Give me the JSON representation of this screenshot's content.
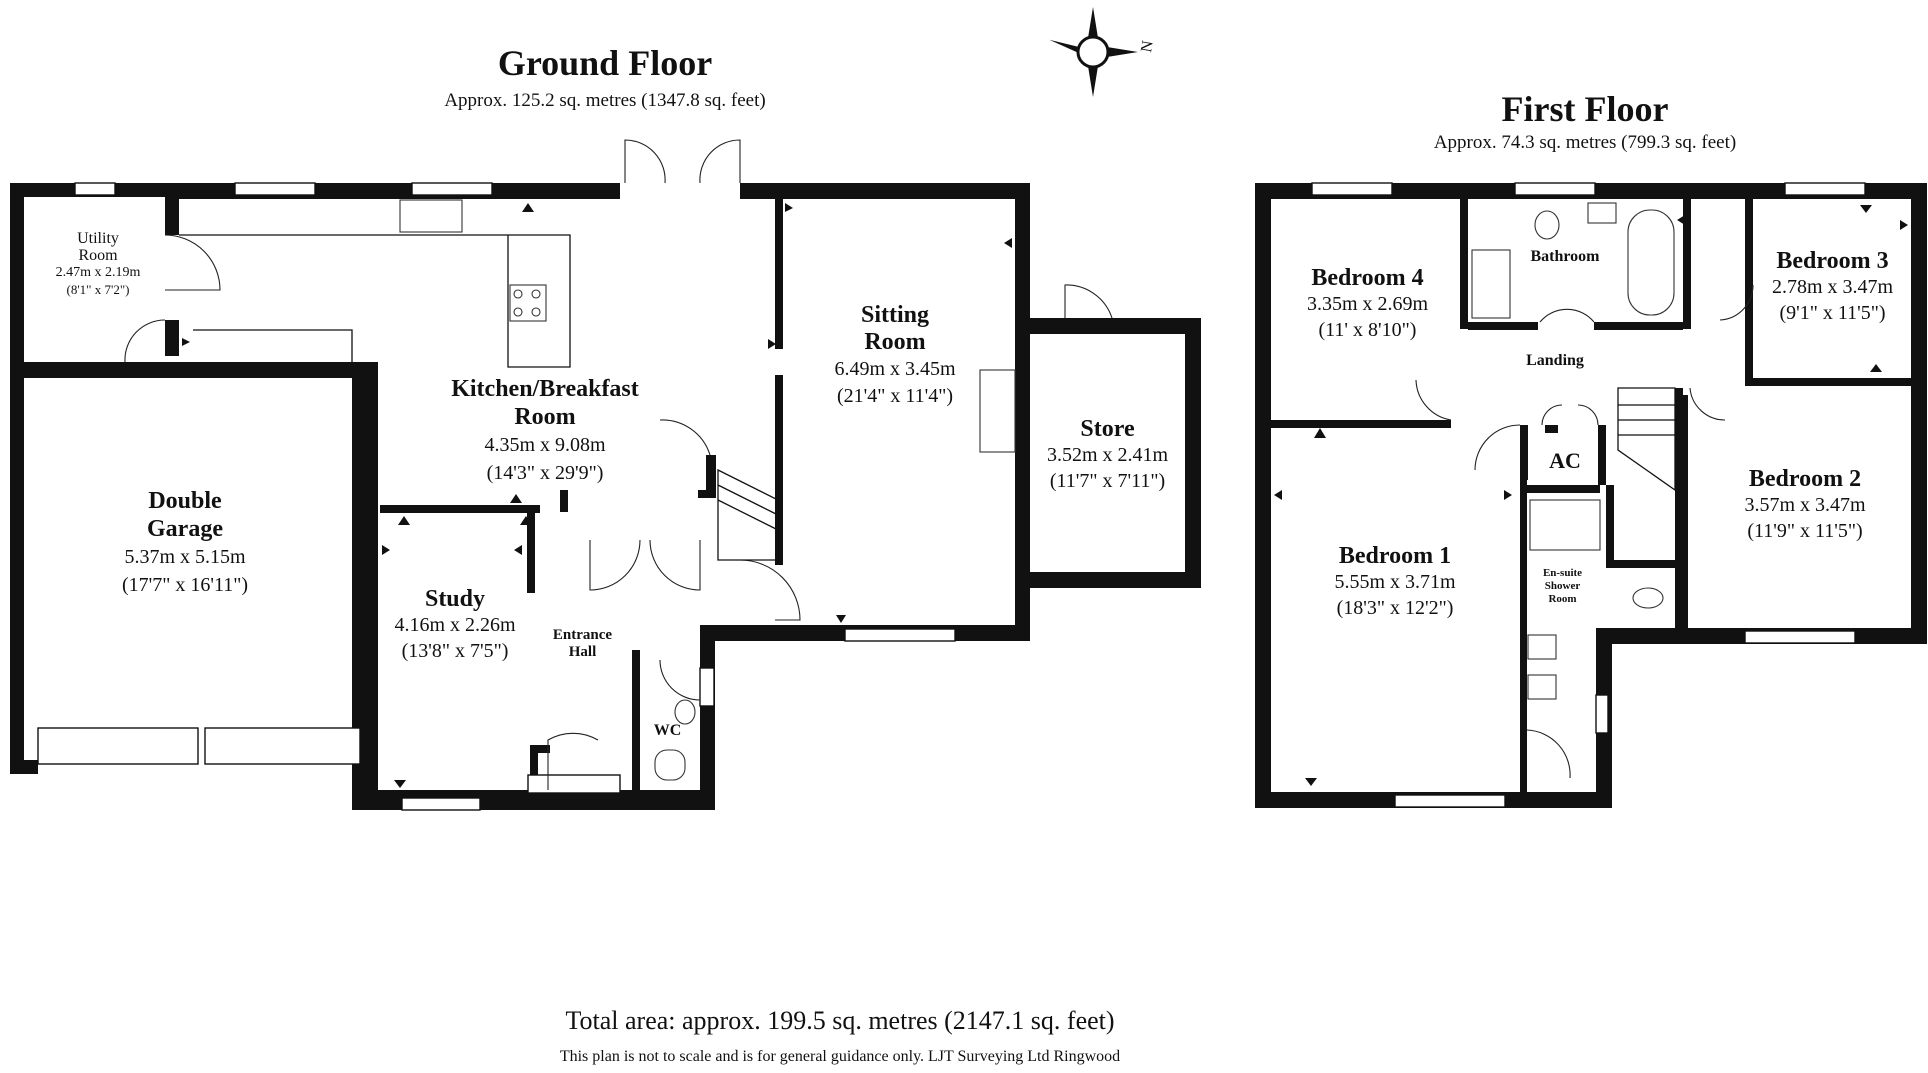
{
  "ground_floor": {
    "title": "Ground Floor",
    "area": "Approx. 125.2 sq. metres (1347.8 sq. feet)",
    "rooms": {
      "utility": {
        "name1": "Utility",
        "name2": "Room",
        "dim1": "2.47m x 2.19m",
        "dim2": "(8'1\" x 7'2\")"
      },
      "garage": {
        "name1": "Double",
        "name2": "Garage",
        "dim1": "5.37m x 5.15m",
        "dim2": "(17'7\" x 16'11\")"
      },
      "kitchen": {
        "name1": "Kitchen/Breakfast",
        "name2": "Room",
        "dim1": "4.35m x 9.08m",
        "dim2": "(14'3\" x 29'9\")"
      },
      "sitting": {
        "name1": "Sitting",
        "name2": "Room",
        "dim1": "6.49m x 3.45m",
        "dim2": "(21'4\" x 11'4\")"
      },
      "store": {
        "name1": "Store",
        "dim1": "3.52m x 2.41m",
        "dim2": "(11'7\" x 7'11\")"
      },
      "study": {
        "name1": "Study",
        "dim1": "4.16m x 2.26m",
        "dim2": "(13'8\" x 7'5\")"
      },
      "hall": {
        "name1": "Entrance",
        "name2": "Hall"
      },
      "wc": {
        "name1": "WC"
      }
    }
  },
  "first_floor": {
    "title": "First Floor",
    "area": "Approx. 74.3 sq. metres (799.3 sq. feet)",
    "rooms": {
      "bed4": {
        "name1": "Bedroom 4",
        "dim1": "3.35m x 2.69m",
        "dim2": "(11' x 8'10\")"
      },
      "bathroom": {
        "name1": "Bathroom"
      },
      "bed3": {
        "name1": "Bedroom 3",
        "dim1": "2.78m x 3.47m",
        "dim2": "(9'1\" x 11'5\")"
      },
      "landing": {
        "name1": "Landing"
      },
      "ac": {
        "name1": "AC"
      },
      "bed1": {
        "name1": "Bedroom 1",
        "dim1": "5.55m x 3.71m",
        "dim2": "(18'3\" x 12'2\")"
      },
      "ensuite": {
        "name1": "En-suite",
        "name2": "Shower",
        "name3": "Room"
      },
      "bed2": {
        "name1": "Bedroom 2",
        "dim1": "3.57m x 3.47m",
        "dim2": "(11'9\" x 11'5\")"
      }
    }
  },
  "compass": {
    "label": "N",
    "icon": "compass-rose-icon"
  },
  "footer": {
    "total": "Total area: approx. 199.5 sq. metres (2147.1 sq. feet)",
    "disclaimer": "This plan is not to scale and is for general guidance only. LJT Surveying Ltd Ringwood"
  }
}
